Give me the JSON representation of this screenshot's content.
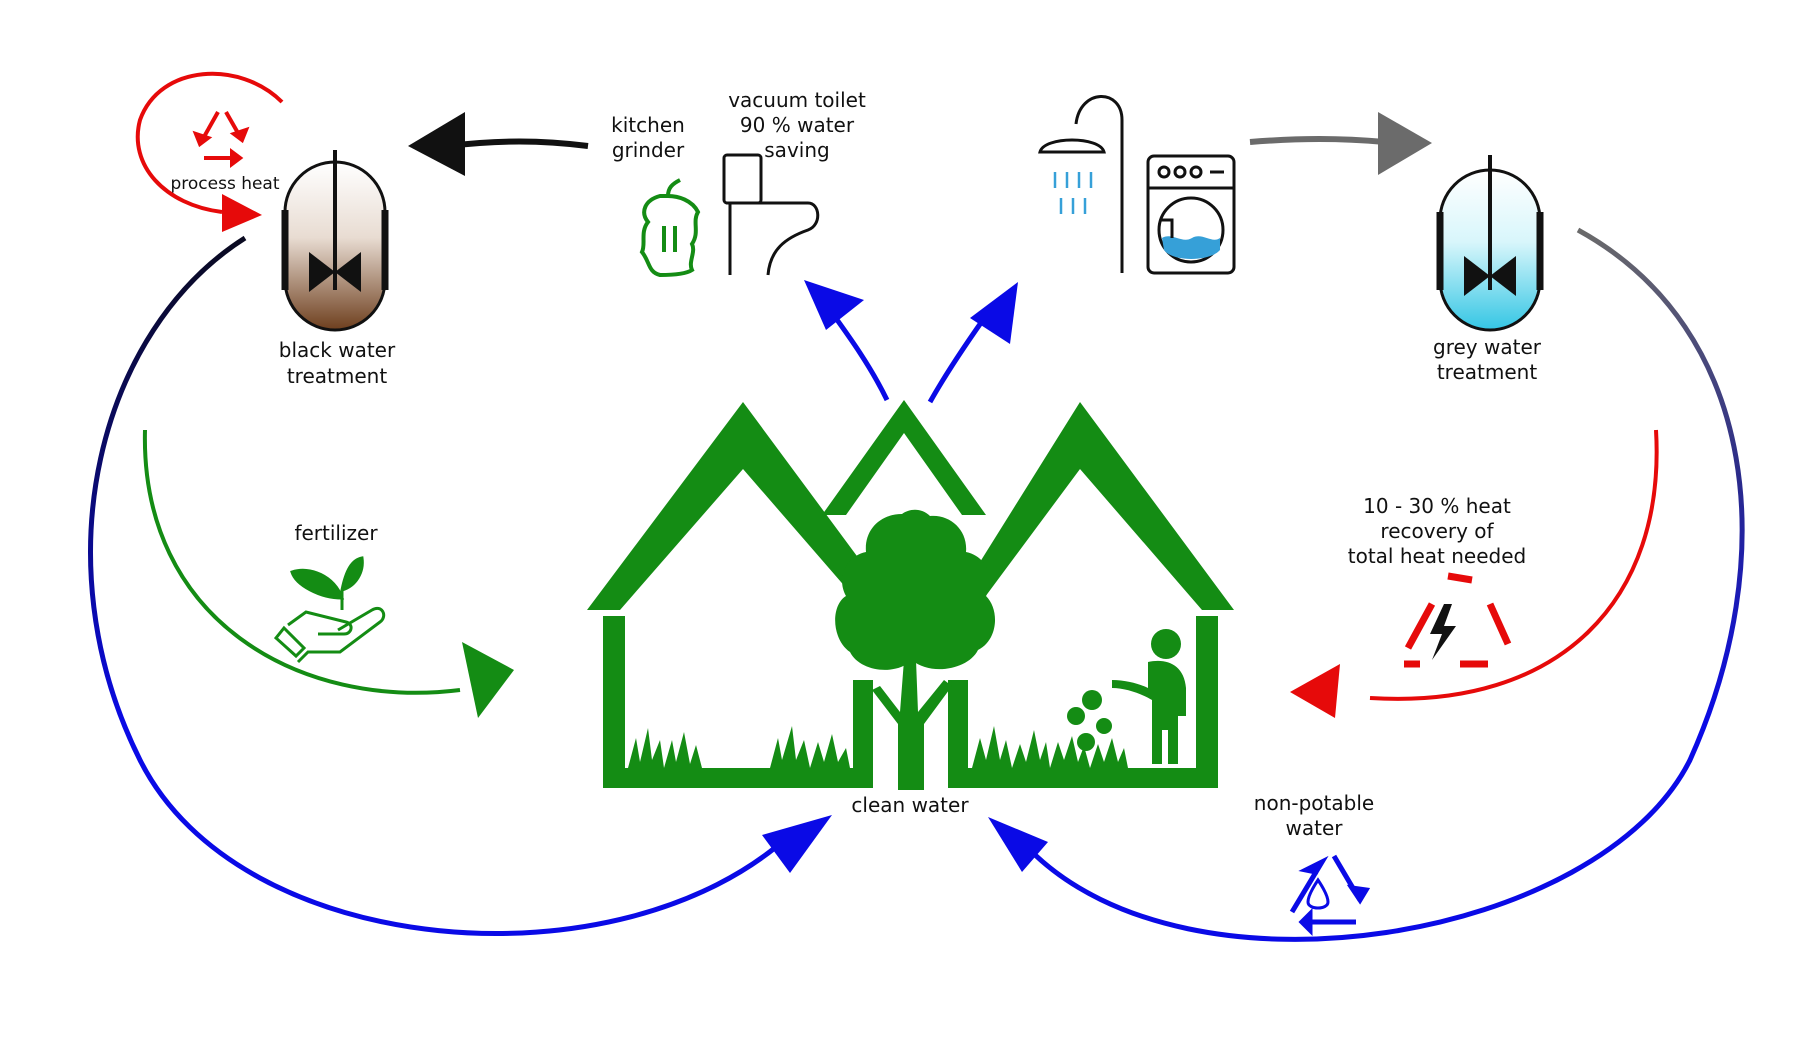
{
  "labels": {
    "process_heat": "process heat",
    "black_water_1": "black water",
    "black_water_2": "treatment",
    "kitchen_1": "kitchen",
    "kitchen_2": "grinder",
    "toilet_1": "vacuum toilet",
    "toilet_2": "90 % water",
    "toilet_3": "saving",
    "grey_water_1": "grey water",
    "grey_water_2": "treatment",
    "fertilizer": "fertilizer",
    "heat_1": "10 - 30 % heat",
    "heat_2": "recovery of",
    "heat_3": "total heat needed",
    "clean_water": "clean water",
    "nonpotable_1": "non-potable",
    "nonpotable_2": "water"
  },
  "colors": {
    "green": "#148c14",
    "blue": "#0a0ae6",
    "red": "#e60a0a",
    "black": "#111111",
    "grey": "#6b6b6b",
    "brown": "#7a4a2a",
    "cyan": "#36c8e6",
    "navy": "#14145a"
  },
  "icons": [
    "recycle-icon",
    "reactor-icon",
    "apple-core-icon",
    "toilet-icon",
    "shower-icon",
    "washing-machine-icon",
    "plant-hand-icon",
    "house-icon",
    "tree-icon",
    "person-icon",
    "flower-icon",
    "lightning-icon",
    "water-drop-icon"
  ]
}
